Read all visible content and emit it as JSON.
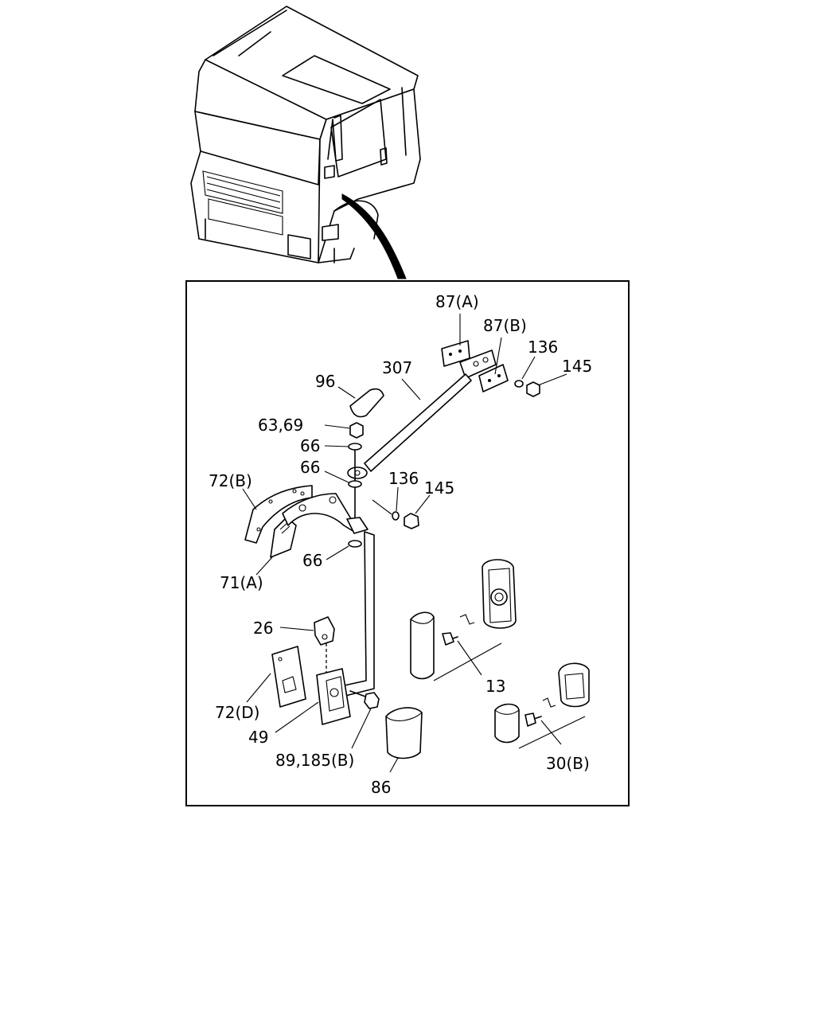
{
  "diagram": {
    "labels": {
      "p87a": "87(A)",
      "p87b": "87(B)",
      "p136a": "136",
      "p145a": "145",
      "p307": "307",
      "p96": "96",
      "p6369": "63,69",
      "p66a": "66",
      "p66b": "66",
      "p136b": "136",
      "p145b": "145",
      "p72b": "72(B)",
      "p71a": "71(A)",
      "p66c": "66",
      "p26": "26",
      "p13": "13",
      "p72d": "72(D)",
      "p49": "49",
      "p89185b": "89,185(B)",
      "p30b": "30(B)",
      "p86": "86"
    }
  }
}
